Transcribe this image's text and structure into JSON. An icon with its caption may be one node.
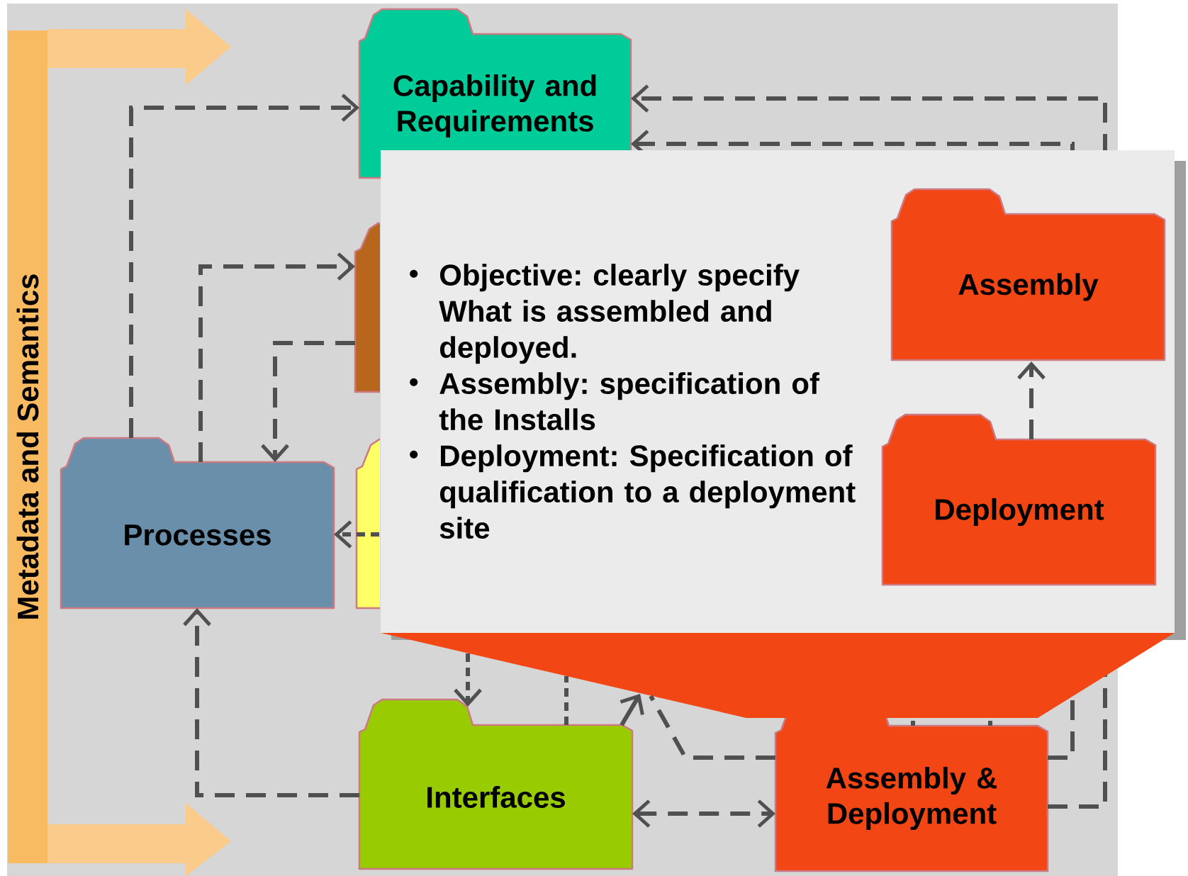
{
  "diagram": {
    "nodes": [
      {
        "text": [
          "Metadata and Semantics"
        ]
      },
      {
        "text": [
          "Capability and Requirements"
        ]
      },
      {
        "text": [],
        "shape": "folder"
      },
      {
        "text": [],
        "shape": "folder"
      },
      {
        "text": [
          "Processes"
        ]
      },
      {
        "text": [
          "Interfaces"
        ]
      },
      {
        "text": [
          "Assembly & Deployment"
        ]
      },
      {
        "text": [
          "Objective: clearly specify What is assembled and deployed.",
          "Assembly: specification of the Installs",
          "Deployment: Specification of qualification to a deployment site"
        ]
      },
      {
        "text": [
          "Assembly"
        ],
        "in": 7
      },
      {
        "text": [
          "Deployment"
        ],
        "in": 7
      }
    ],
    "edges": [
      {
        "from": 4,
        "to": 1,
        "arrow": "to",
        "style": "dashed"
      },
      {
        "from": 4,
        "to": 2,
        "arrow": "to",
        "style": "dashed"
      },
      {
        "from": 2,
        "to": 4,
        "arrow": "to",
        "style": "dashed"
      },
      {
        "from": 3,
        "to": 4,
        "arrow": "to",
        "style": "dashed"
      },
      {
        "from": 5,
        "to": 4,
        "arrow": "to",
        "style": "dashed"
      },
      {
        "from": 6,
        "to": 1,
        "arrow": "to",
        "style": "dashed"
      },
      {
        "from": 6,
        "to": 1,
        "arrow": "to",
        "style": "dashed"
      },
      {
        "from": 5,
        "to": 6,
        "arrow": "both",
        "style": "dashed"
      },
      {
        "from": 7,
        "to": 5,
        "arrow": "to",
        "style": "dashed"
      },
      {
        "from": 5,
        "to": 7,
        "arrow": "none",
        "style": "dashed"
      },
      {
        "from": 5,
        "to": 7,
        "arrow": "to"
      },
      {
        "from": 6,
        "to": 7,
        "arrow": "none",
        "style": "dashed"
      },
      {
        "from": 6,
        "to": 7,
        "arrow": "none",
        "style": "dashed"
      },
      {
        "from": 6,
        "to": 7,
        "arrow": "none",
        "style": "dashed"
      },
      {
        "from": 9,
        "to": 8,
        "arrow": "to",
        "style": "dashed"
      }
    ]
  }
}
